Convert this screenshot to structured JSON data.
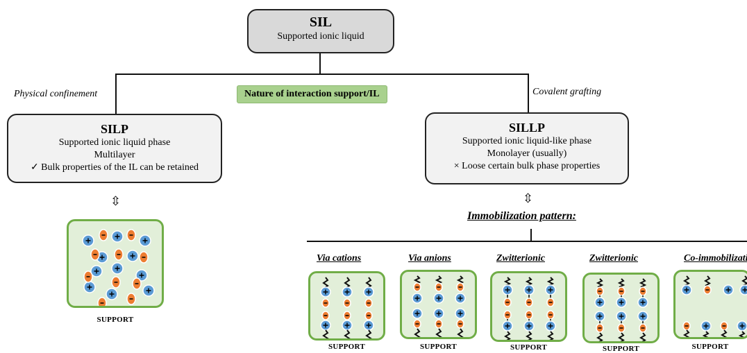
{
  "colors": {
    "cation": "#5b9bd5",
    "anion": "#ed7d31",
    "panel_fill": "#e2efd9",
    "panel_border": "#70ad47",
    "label_fill": "#a9d18e"
  },
  "top": {
    "title": "SIL",
    "subtitle": "Supported ionic liquid"
  },
  "interaction_label": "Nature of interaction support/IL",
  "left_branch": "Physical confinement",
  "right_branch": "Covalent grafting",
  "silp": {
    "title": "SILP",
    "lines": [
      "Supported ionic liquid phase",
      "Multilayer",
      "✓  Bulk properties of the IL can be retained"
    ]
  },
  "sillp": {
    "title": "SILLP",
    "lines": [
      "Supported ionic liquid-like phase",
      "Monolayer (usually)",
      "× Loose certain bulk phase properties"
    ]
  },
  "arrow_symbol": "⇳",
  "immobilization_title": "Immobilization pattern:",
  "support_text": "SUPPORT",
  "patterns": [
    {
      "title": "Via cations"
    },
    {
      "title": "Via anions"
    },
    {
      "title": "Zwitterionic"
    },
    {
      "title": "Zwitterionic"
    },
    {
      "title": "Co-immobilization"
    }
  ]
}
